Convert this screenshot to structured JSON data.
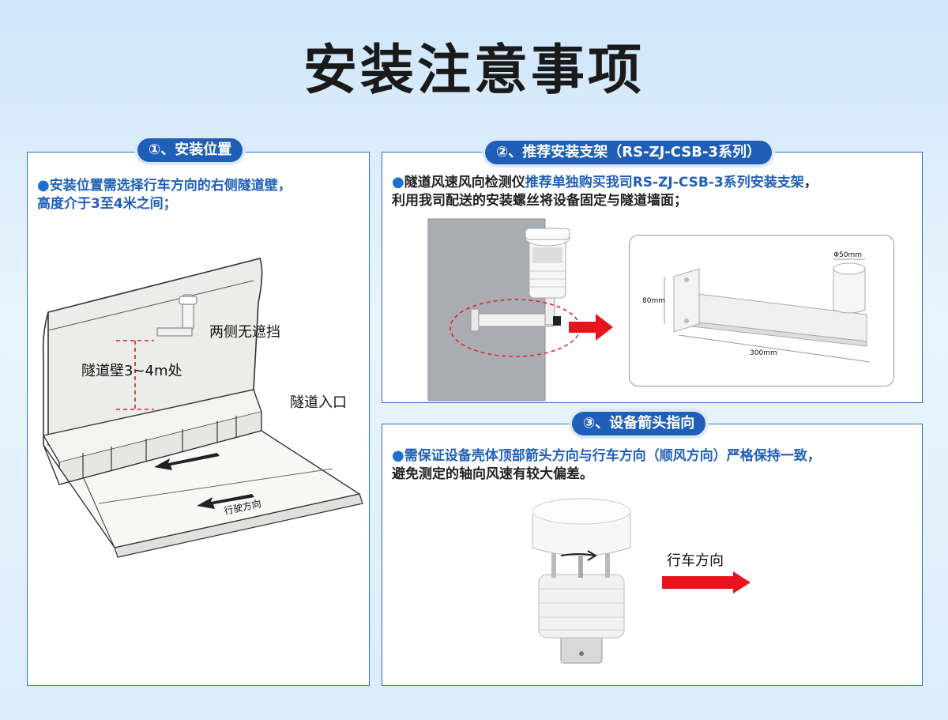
{
  "page": {
    "title": "安装注意事项"
  },
  "section1": {
    "tag": "①、安装位置",
    "bullet": "●",
    "desc_line1": "安装位置需选择行车方向的右侧隧道壁，",
    "desc_line2": "高度介于3至4米之间；",
    "labels": {
      "both_sides": "两侧无遮挡",
      "height": "隧道壁3~4m处",
      "entrance": "隧道入口",
      "driving": "行驶方向"
    }
  },
  "section2": {
    "tag": "②、推荐安装支架（RS-ZJ-CSB-3系列）",
    "bullet": "●",
    "desc_part1": "隧道风速风向检测仪",
    "desc_highlight": "推荐单独购买我司RS-ZJ-CSB-3系列安装支架",
    "desc_part2": "，",
    "desc_line2": "利用我司配送的安装螺丝将设备固定与隧道墙面；",
    "dims": {
      "diameter": "Φ50mm",
      "height": "80mm",
      "length": "300mm"
    }
  },
  "section3": {
    "tag": "③、设备箭头指向",
    "bullet": "●",
    "desc_line1": "需保证设备壳体顶部箭头方向与行车方向（顺风方向）严格保持一致，",
    "desc_line2": "避免测定的轴向风速有较大偏差。",
    "direction_label": "行车方向"
  },
  "colors": {
    "accent": "#1f5fb8",
    "arrow": "#e8141b",
    "border": "#2d6fc4"
  }
}
